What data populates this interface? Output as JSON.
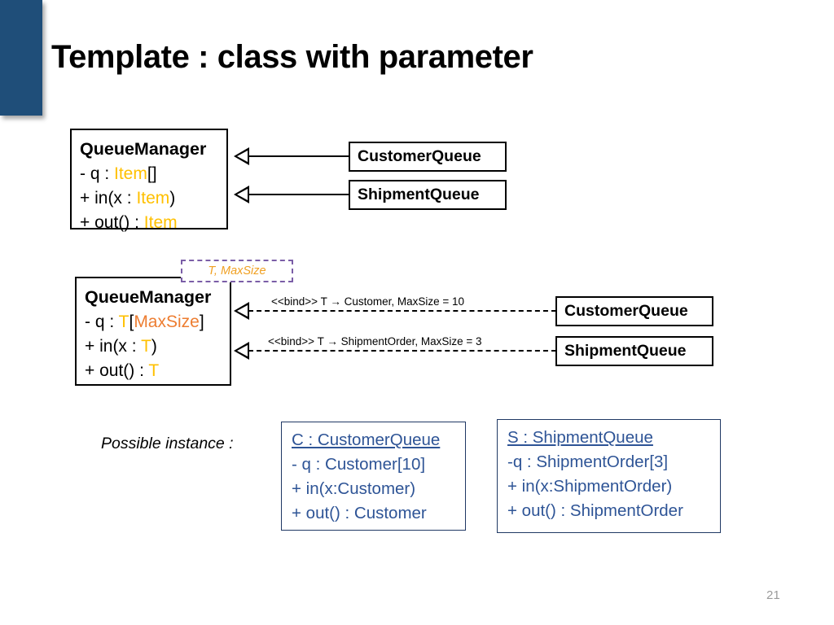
{
  "slide": {
    "title": "Template : class with parameter",
    "page_number": "21",
    "accent_color": "#1F4E79"
  },
  "colors": {
    "type_gold": "#FFC000",
    "type_orange": "#ED7D31",
    "template_param_border": "#7B5EA7",
    "instance_text": "#2E5496"
  },
  "diagram_top": {
    "base_class": {
      "name": "QueueManager",
      "members": [
        {
          "prefix": "- q : ",
          "type": "Item",
          "type_color": "gold",
          "suffix": "[]"
        },
        {
          "prefix": "+ in(x : ",
          "type": "Item",
          "type_color": "gold",
          "suffix": ")"
        },
        {
          "prefix": "+ out() : ",
          "type": "Item",
          "type_color": "gold",
          "suffix": ""
        }
      ]
    },
    "subclasses": [
      {
        "name": "CustomerQueue",
        "relation": "generalization"
      },
      {
        "name": "ShipmentQueue",
        "relation": "generalization"
      }
    ]
  },
  "diagram_bottom": {
    "template_parameters": "T, MaxSize",
    "base_class": {
      "name": "QueueManager",
      "members": [
        {
          "prefix": "- q :  ",
          "type": "T",
          "type_color": "gold",
          "open": "[",
          "type2": "MaxSize",
          "type2_color": "orange",
          "close": "]"
        },
        {
          "prefix": "+ in(x : ",
          "type": "T",
          "type_color": "gold",
          "suffix": ")"
        },
        {
          "prefix": "+ out() : ",
          "type": "T",
          "type_color": "gold",
          "suffix": ""
        }
      ]
    },
    "bindings": [
      {
        "label": "<<bind>> T → Customer, MaxSize = 10",
        "target": "CustomerQueue",
        "relation": "bind"
      },
      {
        "label": "<<bind>> T → ShipmentOrder, MaxSize = 3",
        "target": "ShipmentQueue",
        "relation": "bind"
      }
    ]
  },
  "instances": {
    "caption": "Possible instance :",
    "boxes": [
      {
        "name": "C : CustomerQueue",
        "lines": [
          "- q : Customer[10]",
          "+ in(x:Customer)",
          "+ out() : Customer"
        ]
      },
      {
        "name": "S : ShipmentQueue",
        "lines": [
          "-q : ShipmentOrder[3]",
          "+ in(x:ShipmentOrder)",
          "+ out() : ShipmentOrder"
        ]
      }
    ]
  }
}
